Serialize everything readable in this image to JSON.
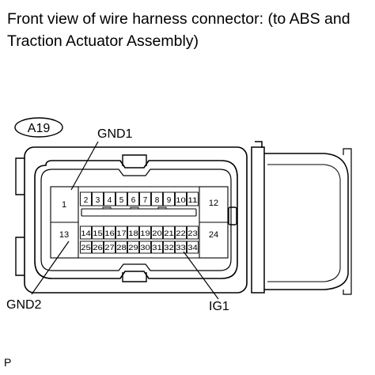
{
  "title": "Front view of wire harness connector: (to ABS and Traction Actuator Assembly)",
  "connector_code": "A19",
  "callouts": {
    "gnd1": "GND1",
    "gnd2": "GND2",
    "ig1": "IG1"
  },
  "pins": {
    "pin_1": "1",
    "pin_12": "12",
    "pin_13": "13",
    "pin_24": "24",
    "top_row": [
      "2",
      "3",
      "4",
      "5",
      "6",
      "7",
      "8",
      "9",
      "10",
      "11"
    ],
    "middle_row": [
      "14",
      "15",
      "16",
      "17",
      "18",
      "19",
      "20",
      "21",
      "22",
      "23"
    ],
    "bottom_row": [
      "25",
      "26",
      "27",
      "28",
      "29",
      "30",
      "31",
      "32",
      "33",
      "34"
    ]
  },
  "figure_code": "P"
}
